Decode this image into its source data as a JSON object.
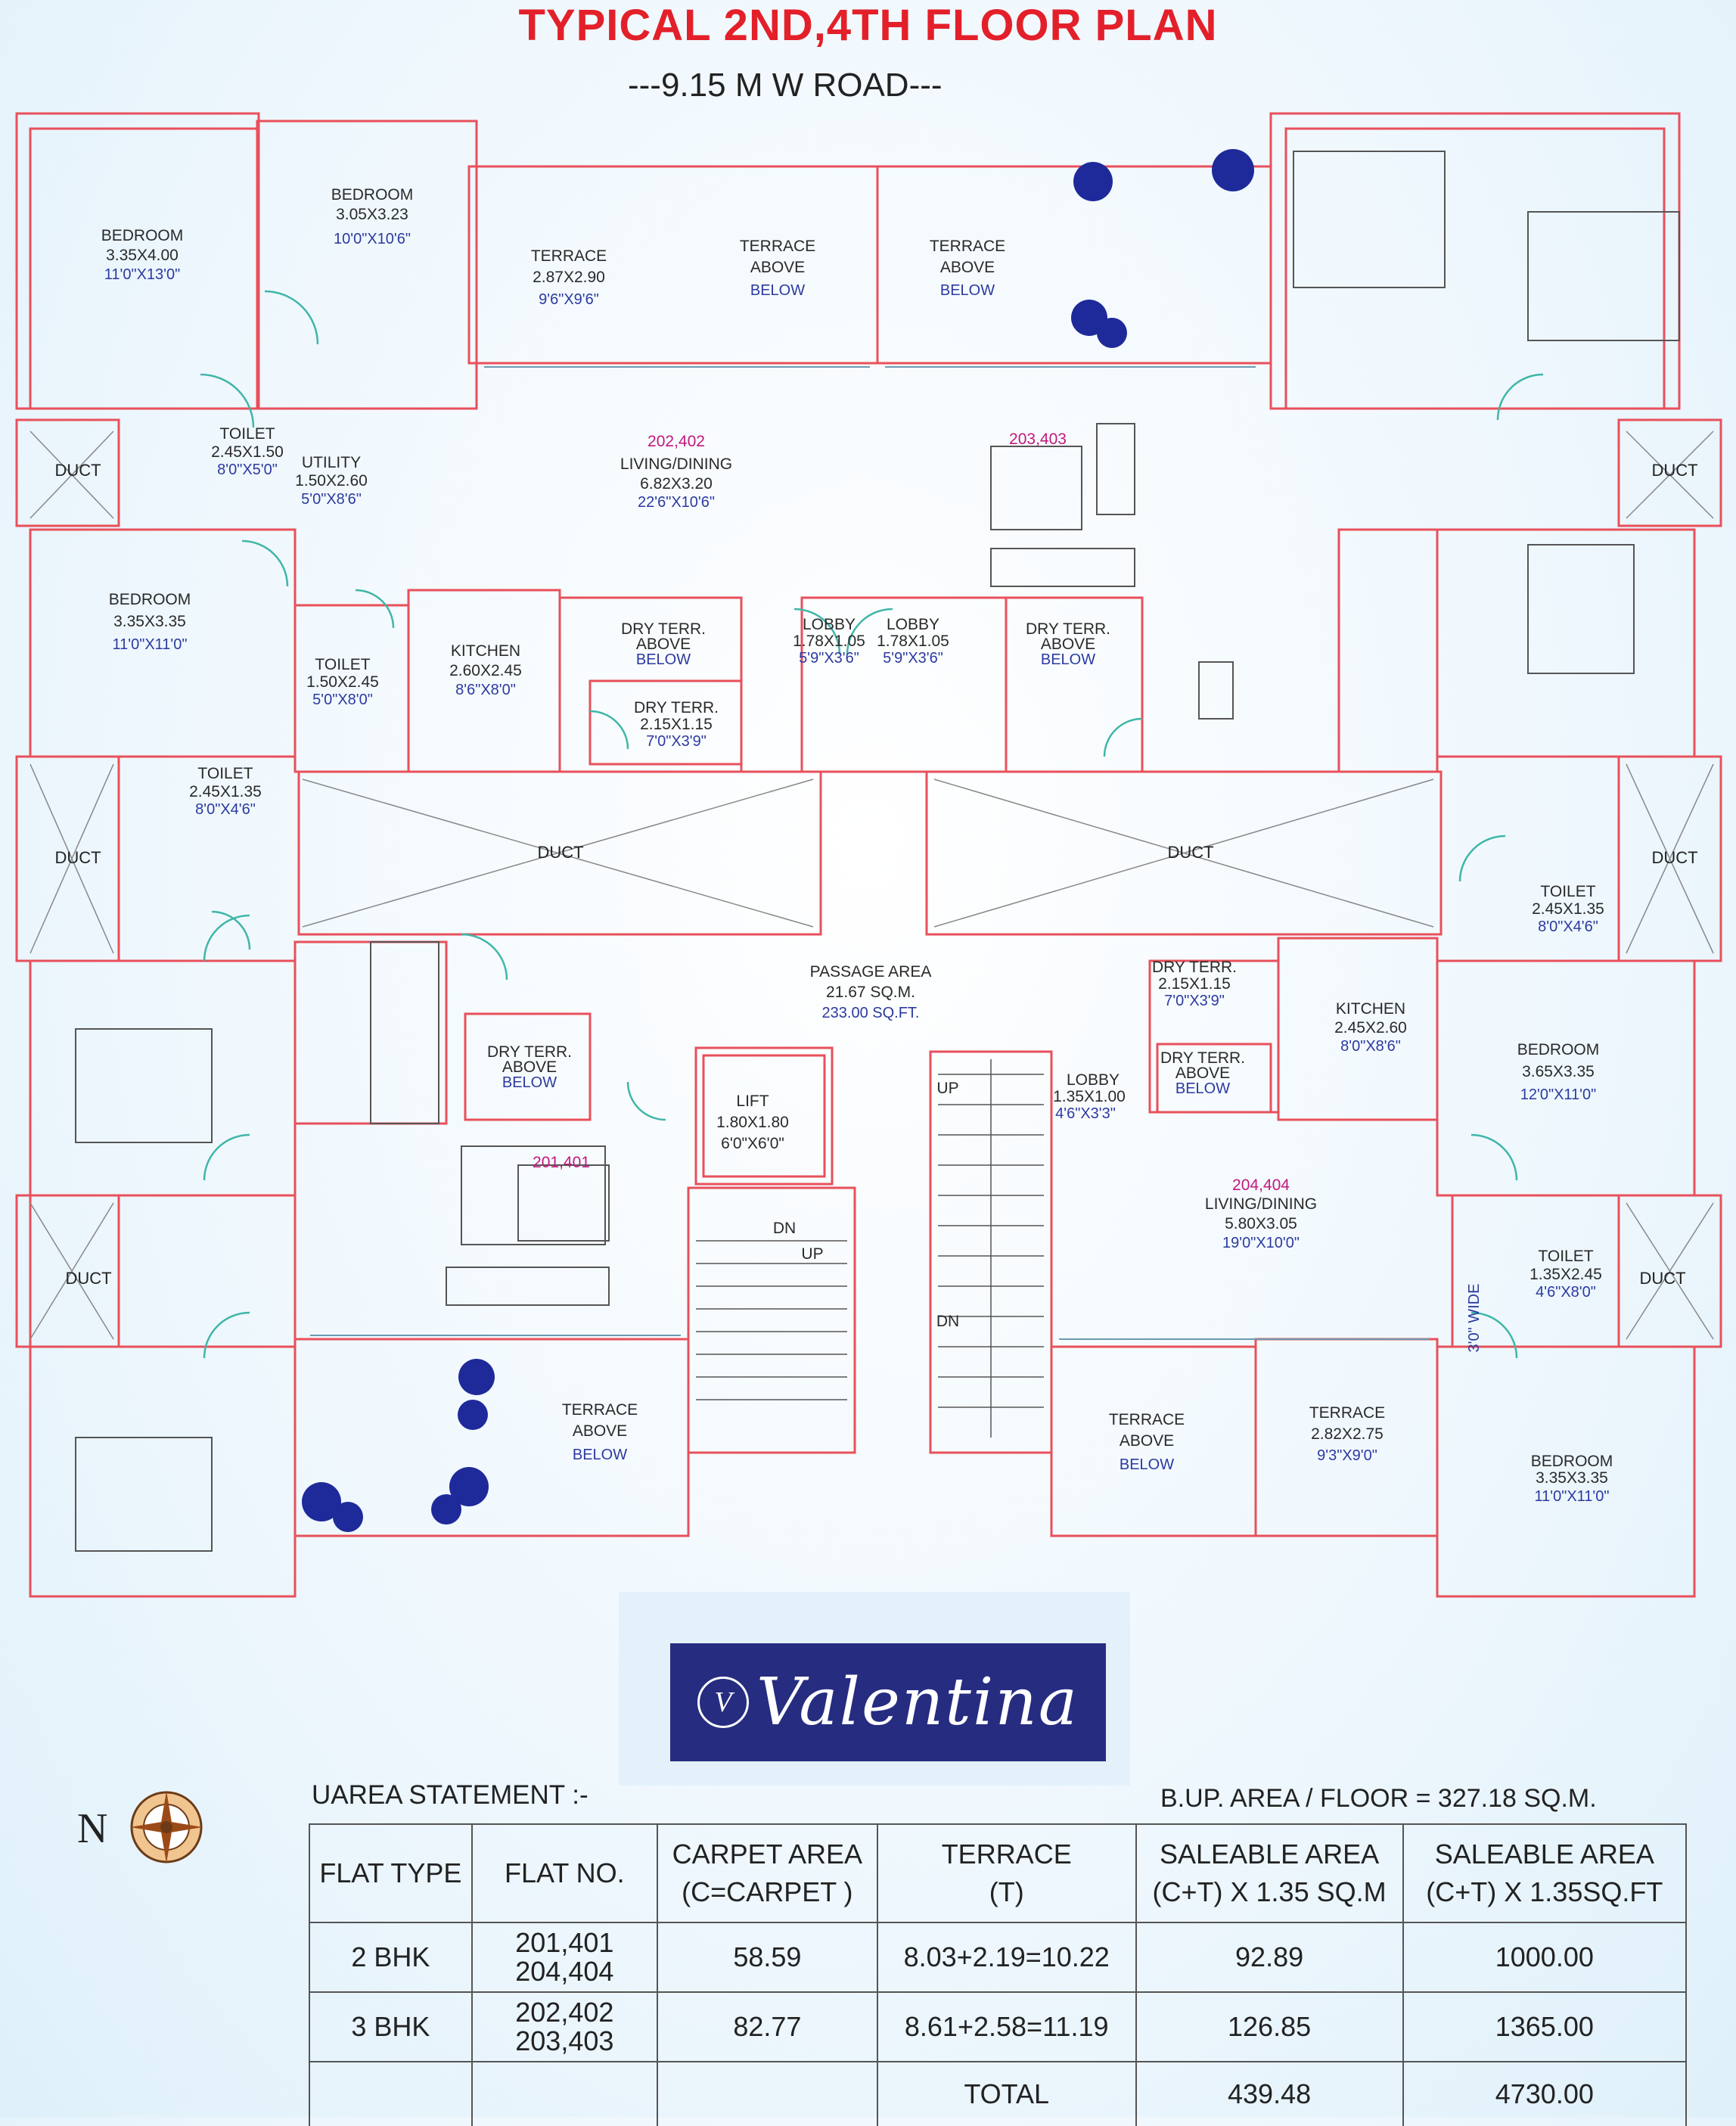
{
  "title": "TYPICAL 2ND,4TH  FLOOR PLAN",
  "road": "---9.15 M W ROAD---",
  "rooms": {
    "bed_nw1": {
      "name": "BEDROOM",
      "dim": "3.35X4.00",
      "ft": "11'0\"X13'0\""
    },
    "bed_nw2": {
      "name": "BEDROOM",
      "dim": "3.05X3.23",
      "ft": "10'0\"X10'6\""
    },
    "terrace_n1": {
      "name": "TERRACE",
      "dim": "2.87X2.90",
      "ft": "9'6\"X9'6\""
    },
    "terrace_above1": {
      "l1": "TERRACE",
      "l2": "ABOVE",
      "l3": "BELOW"
    },
    "terrace_above2": {
      "l1": "TERRACE",
      "l2": "ABOVE",
      "l3": "BELOW"
    },
    "duct": "DUCT",
    "toilet_a": {
      "name": "TOILET",
      "dim": "2.45X1.50",
      "ft": "8'0\"X5'0\""
    },
    "utility": {
      "name": "UTILITY",
      "dim": "1.50X2.60",
      "ft": "5'0\"X8'6\""
    },
    "flat_202": "202,402",
    "living_202": {
      "name": "LIVING/DINING",
      "dim": "6.82X3.20",
      "ft": "22'6\"X10'6\""
    },
    "flat_203": "203,403",
    "bed_w": {
      "name": "BEDROOM",
      "dim": "3.35X3.35",
      "ft": "11'0\"X11'0\""
    },
    "toilet_b": {
      "name": "TOILET",
      "dim": "1.50X2.45",
      "ft": "5'0\"X8'0\""
    },
    "kitchen_202": {
      "name": "KITCHEN",
      "dim": "2.60X2.45",
      "ft": "8'6\"X8'0\""
    },
    "dry_above": {
      "l1": "DRY TERR.",
      "l2": "ABOVE",
      "l3": "BELOW"
    },
    "dry_terr": {
      "name": "DRY TERR.",
      "dim": "2.15X1.15",
      "ft": "7'0\"X3'9\""
    },
    "lobby_a": {
      "name": "LOBBY",
      "dim": "1.78X1.05",
      "ft": "5'9\"X3'6\""
    },
    "lobby_b": {
      "name": "LOBBY",
      "dim": "1.78X1.05",
      "ft": "5'9\"X3'6\""
    },
    "toilet_c": {
      "name": "TOILET",
      "dim": "2.45X1.35",
      "ft": "8'0\"X4'6\""
    },
    "passage": {
      "name": "PASSAGE AREA",
      "dim": "21.67 SQ.M.",
      "ft": "233.00 SQ.FT."
    },
    "lift": {
      "name": "LIFT",
      "dim": "1.80X1.80",
      "ft": "6'0\"X6'0\""
    },
    "flat_201": "201,401",
    "up": "UP",
    "dn": "DN",
    "lobby_c": {
      "name": "LOBBY",
      "dim": "1.35X1.00",
      "ft": "4'6\"X3'3\""
    },
    "dry_terr2": {
      "name": "DRY TERR.",
      "dim": "2.15X1.15",
      "ft": "7'0\"X3'9\""
    },
    "kitchen_204": {
      "name": "KITCHEN",
      "dim": "2.45X2.60",
      "ft": "8'0\"X8'6\""
    },
    "bed_e1": {
      "name": "BEDROOM",
      "dim": "3.65X3.35",
      "ft": "12'0\"X11'0\""
    },
    "toilet_d": {
      "name": "TOILET",
      "dim": "2.45X1.35",
      "ft": "8'0\"X4'6\""
    },
    "flat_204": "204,404",
    "living_204": {
      "name": "LIVING/DINING",
      "dim": "5.80X3.05",
      "ft": "19'0\"X10'0\""
    },
    "toilet_e": {
      "name": "TOILET",
      "dim": "1.35X2.45",
      "ft": "4'6\"X8'0\""
    },
    "wide": "3'0\" WIDE",
    "terrace_s1": {
      "name": "TERRACE",
      "dim": "2.82X2.75",
      "ft": "9'3\"X9'0\""
    },
    "bed_se": {
      "name": "BEDROOM",
      "dim": "3.35X3.35",
      "ft": "11'0\"X11'0\""
    }
  },
  "logo": {
    "mono": "V",
    "name": "Valentina"
  },
  "compass_letter": "N",
  "area_statement": "UAREA STATEMENT :-",
  "bup_area": "B.UP. AREA / FLOOR =  327.18 SQ.M.",
  "table": {
    "headers": [
      {
        "l1": "FLAT TYPE",
        "l2": ""
      },
      {
        "l1": "FLAT NO.",
        "l2": ""
      },
      {
        "l1": "CARPET AREA",
        "l2": "(C=CARPET )"
      },
      {
        "l1": "TERRACE",
        "l2": "(T)"
      },
      {
        "l1": "SALEABLE AREA",
        "l2": "(C+T) X 1.35 SQ.M"
      },
      {
        "l1": "SALEABLE AREA",
        "l2": "(C+T) X 1.35SQ.FT"
      }
    ],
    "rows": [
      {
        "type": "2 BHK",
        "no1": "201,401",
        "no2": "204,404",
        "carpet": "58.59",
        "terrace": "8.03+2.19=10.22",
        "sqm": "92.89",
        "sqft": "1000.00"
      },
      {
        "type": "3 BHK",
        "no1": "202,402",
        "no2": "203,403",
        "carpet": "82.77",
        "terrace": "8.61+2.58=11.19",
        "sqm": "126.85",
        "sqft": "1365.00"
      }
    ],
    "total": {
      "label": "TOTAL",
      "sqm": "439.48",
      "sqft": "4730.00"
    }
  },
  "colors": {
    "wall": "#e8505b",
    "fixture": "#555555",
    "door": "#3fb6a8",
    "plant": "#1e2a9a",
    "title": "#e3202a"
  }
}
